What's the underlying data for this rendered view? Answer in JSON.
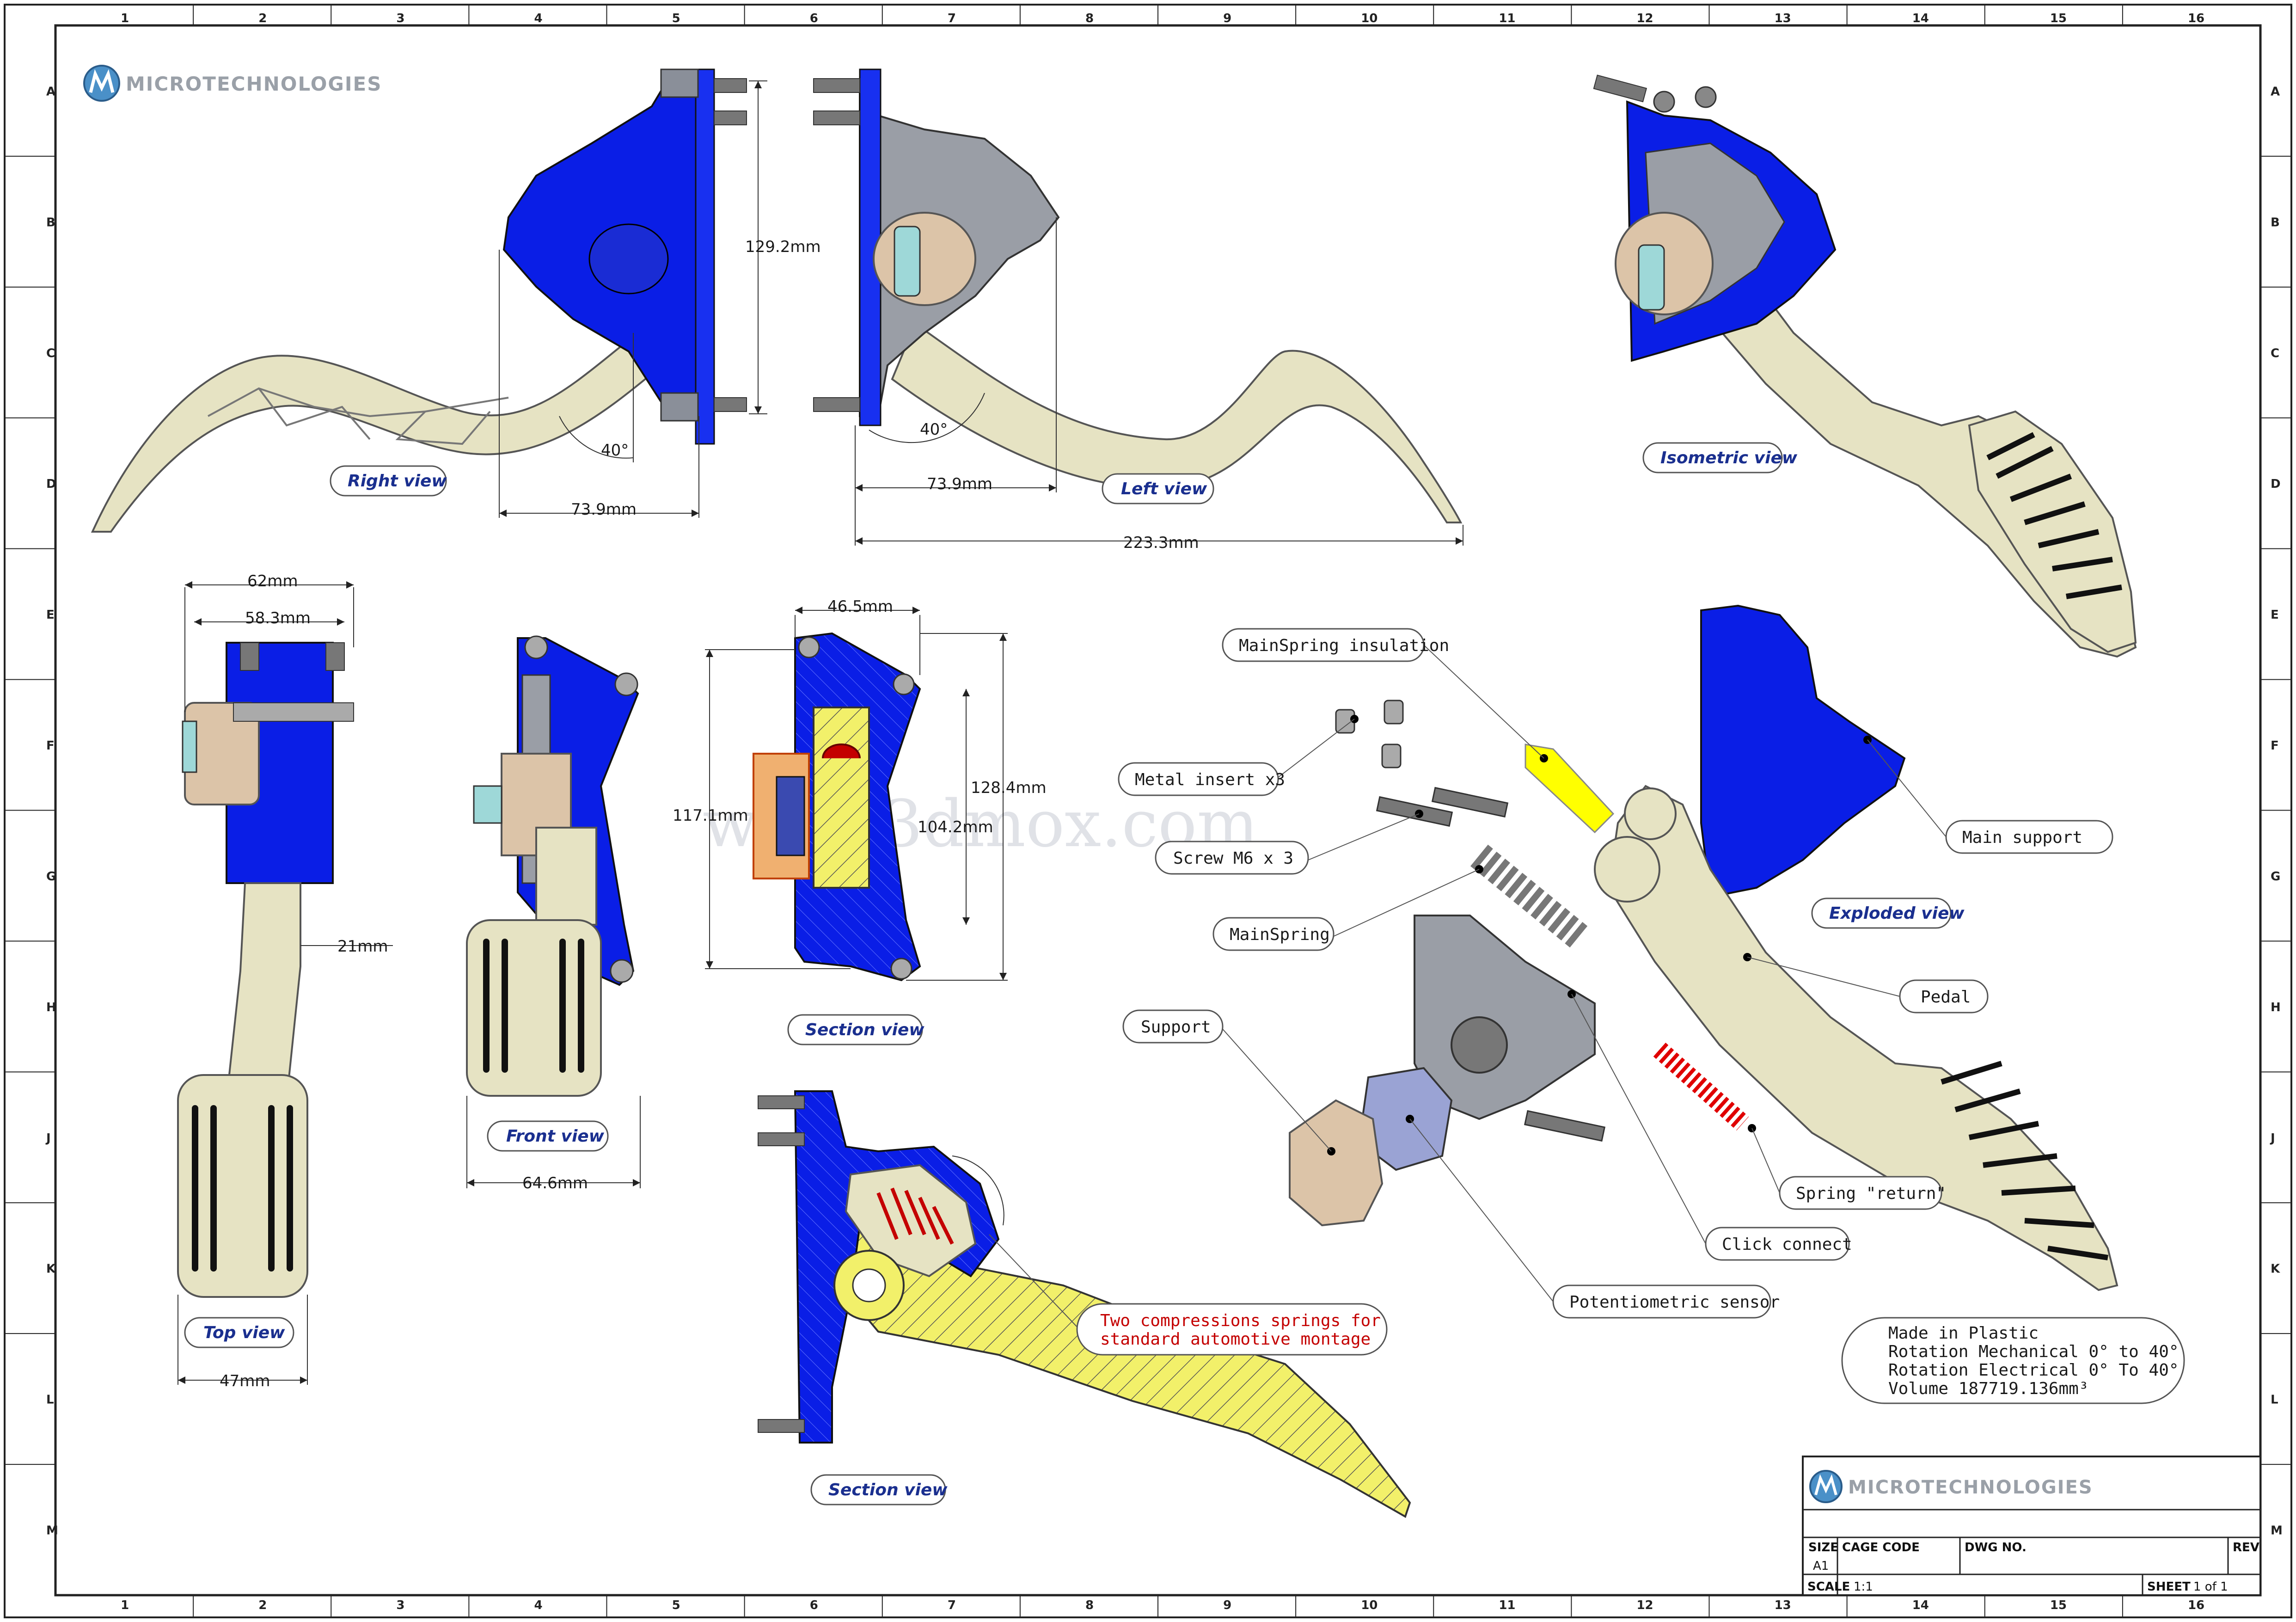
{
  "brand": {
    "logo_text_top": "MICROTECHNOLOGIES",
    "logo_text_titleblock": "MICROTECHNOLOGIES",
    "accent_blue": "#0a1ee6",
    "pedal_color": "#e6e3c3",
    "section_yellow": "#f2f06a"
  },
  "grid": {
    "columns": [
      "1",
      "2",
      "3",
      "4",
      "5",
      "6",
      "7",
      "8",
      "9",
      "10",
      "11",
      "12",
      "13",
      "14",
      "15",
      "16"
    ],
    "rows": [
      "A",
      "B",
      "C",
      "D",
      "E",
      "F",
      "G",
      "H",
      "J",
      "K",
      "L",
      "M"
    ]
  },
  "dimensions": {
    "right_height": "129.2mm",
    "right_angle": "40°",
    "right_width": "73.9mm",
    "left_angle": "40°",
    "left_width": "73.9mm",
    "overall_length": "223.3mm",
    "top_outer": "62mm",
    "top_inner": "58.3mm",
    "top_arm": "21mm",
    "top_pad": "47mm",
    "front_width": "64.6mm",
    "section_width": "46.5mm",
    "section_h1": "117.1mm",
    "section_h2": "128.4mm",
    "section_h3": "104.2mm"
  },
  "views": {
    "right": "Right view",
    "left": "Left view",
    "isometric": "Isometric view",
    "top": "Top view",
    "front": "Front view",
    "section1": "Section view",
    "section2": "Section view",
    "exploded": "Exploded view"
  },
  "callouts": {
    "mainspring_insulation": "MainSpring insulation",
    "metal_insert": "Metal insert x3",
    "screw": "Screw M6 x 3",
    "mainspring": "MainSpring",
    "support": "Support",
    "main_support": "Main support",
    "pedal": "Pedal",
    "spring_return": "Spring \"return\"",
    "click_connect": "Click connect",
    "potentiometric": "Potentiometric sensor",
    "compression_line1": "Two compressions springs for",
    "compression_line2": "standard automotive montage"
  },
  "notes": {
    "line1": "Made in Plastic",
    "line2": "Rotation Mechanical 0° to 40°",
    "line3": "Rotation Electrical  0° To 40°",
    "line4": "Volume 187719.136mm³"
  },
  "titleblock": {
    "size_label": "SIZE",
    "size_value": "A1",
    "cage_label": "CAGE CODE",
    "dwg_label": "DWG NO.",
    "rev_label": "REV",
    "scale_label": "SCALE",
    "scale_value": "1:1",
    "sheet_label": "SHEET",
    "sheet_value": "1 of 1"
  },
  "watermark": "www.3dmox.com"
}
